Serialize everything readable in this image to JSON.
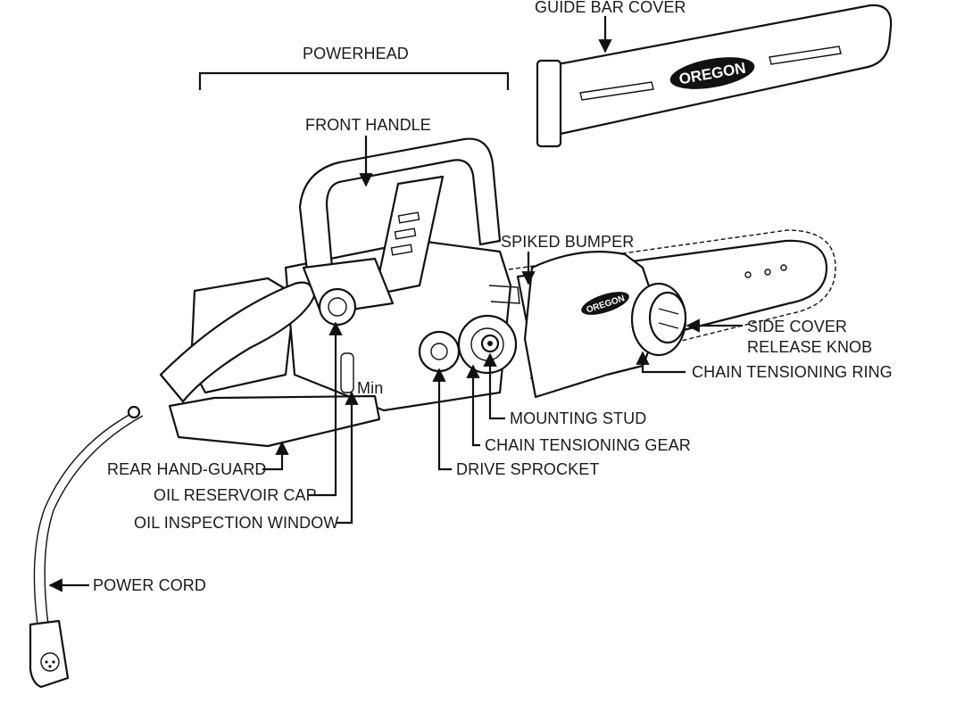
{
  "labels": {
    "guide_bar_cover": "GUIDE BAR COVER",
    "powerhead": "POWERHEAD",
    "front_handle": "FRONT HANDLE",
    "spiked_bumper": "SPIKED BUMPER",
    "side_cover_line1": "SIDE COVER",
    "side_cover_line2": "RELEASE KNOB",
    "chain_tensioning_ring": "CHAIN TENSIONING RING",
    "mounting_stud": "MOUNTING STUD",
    "chain_tensioning_gear": "CHAIN TENSIONING GEAR",
    "drive_sprocket": "DRIVE SPROCKET",
    "rear_hand_guard": "REAR HAND-GUARD",
    "oil_reservoir_cap": "OIL RESERVOIR CAP",
    "oil_inspection_window": "OIL INSPECTION WINDOW",
    "power_cord": "POWER CORD"
  },
  "logo": {
    "brand": "OREGON"
  },
  "oil_level_mark": "Min"
}
